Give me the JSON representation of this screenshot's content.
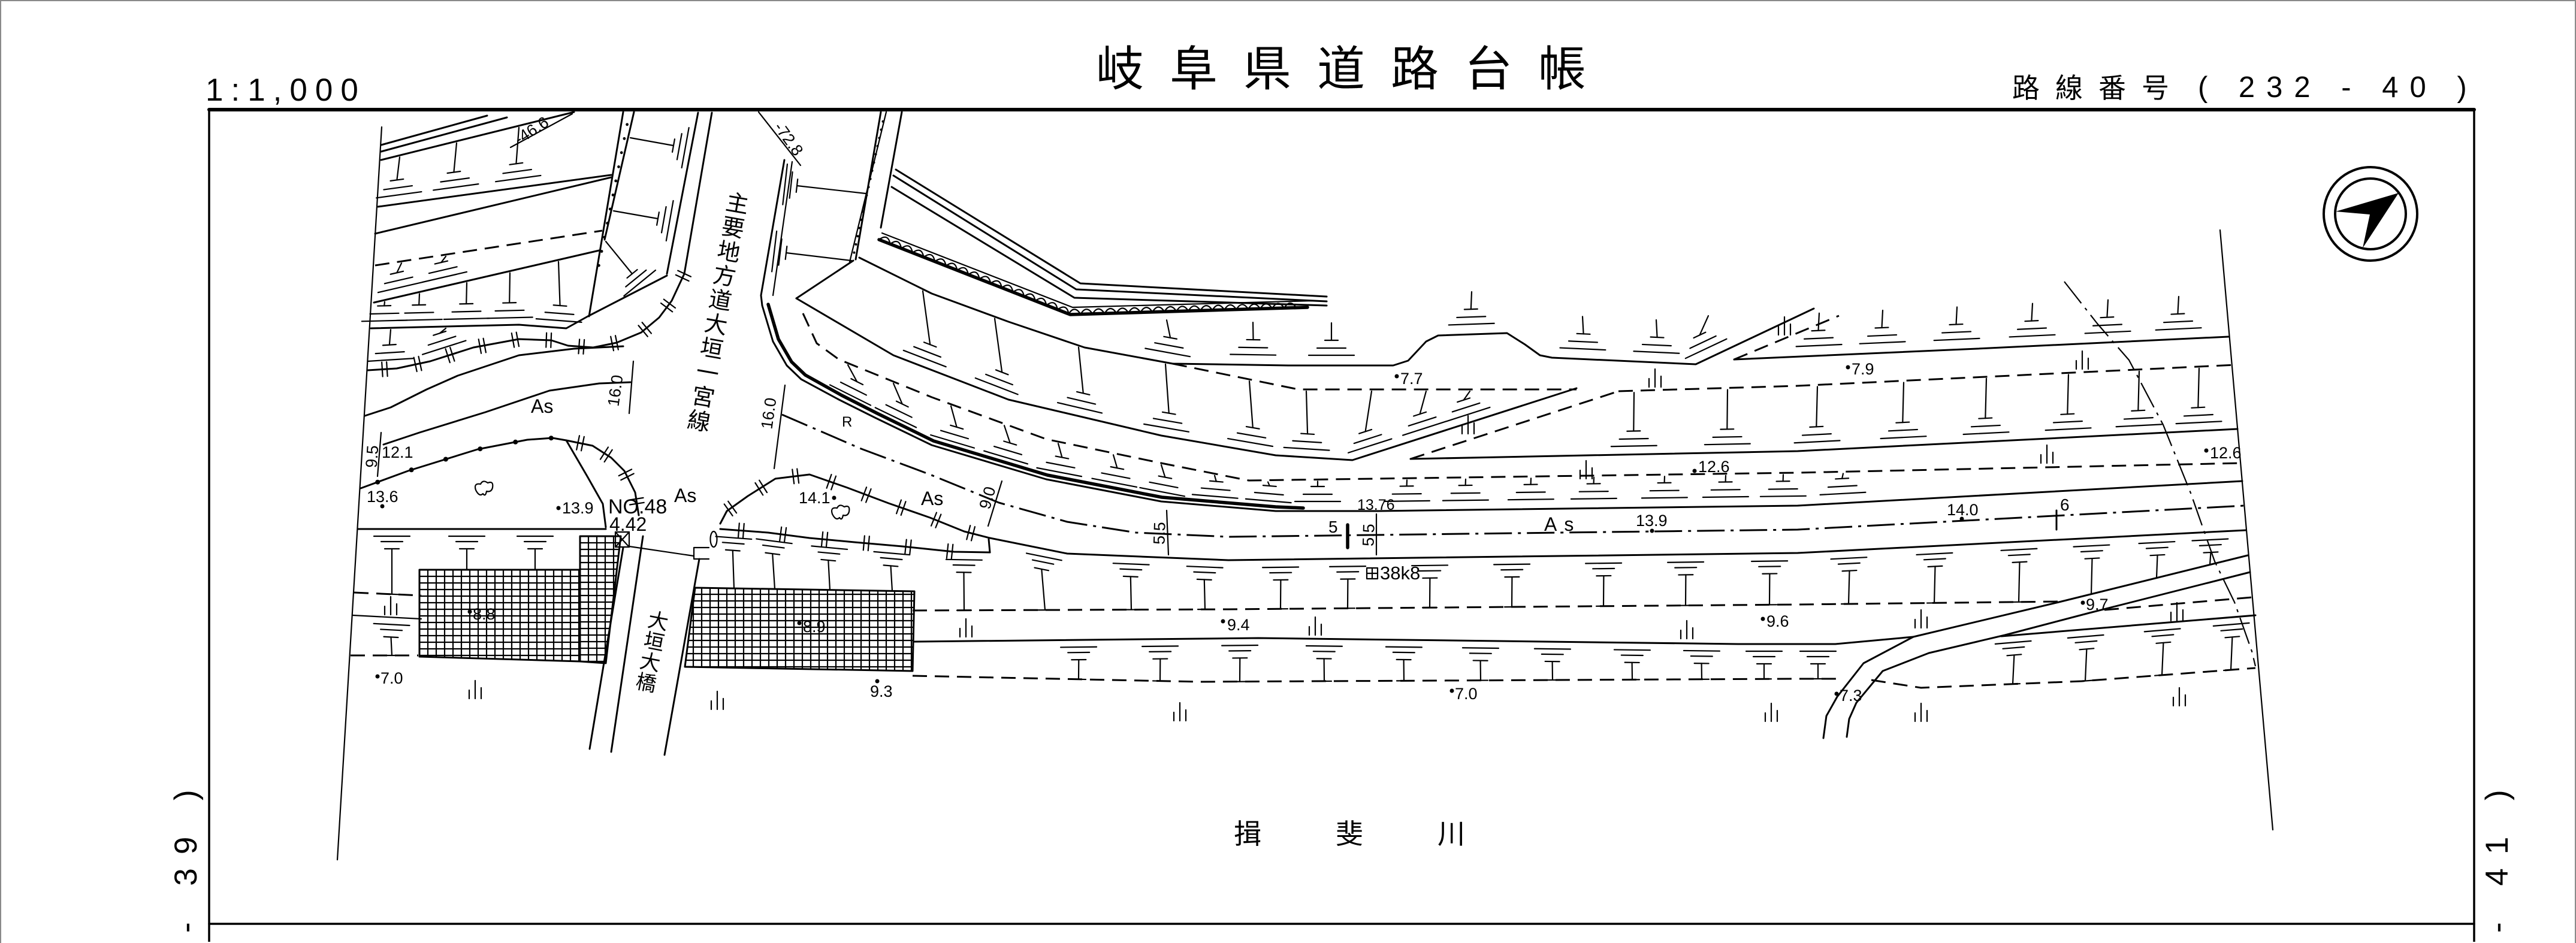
{
  "sheet": {
    "scale": "1:1,000",
    "title": "岐阜県道路台帳",
    "route_number_label": "路線番号",
    "route_number_value": "( 232 - 40 )",
    "adjacent_sheet_left": "- 39 )",
    "adjacent_sheet_right": "- 41 )"
  },
  "map": {
    "names": {
      "prefectural_road": "主要地方道大垣一宮線",
      "bridge": "大垣大橋",
      "river": "揖斐川"
    },
    "station_point": {
      "number": "NO.48",
      "chainage": "4.42"
    },
    "kilometer_post": "38k8",
    "station_ticks": [
      "5",
      "6"
    ],
    "curve_label": "R",
    "pavement_labels": [
      "As",
      "As",
      "As",
      "As"
    ],
    "width_dimensions": [
      "9.5",
      "16.0",
      "16.0",
      "9.0",
      "5.5",
      "5.5"
    ],
    "offset_labels": [
      "-46.6",
      "-72.8"
    ],
    "elevations": [
      "13.6",
      "13.9",
      "12.1",
      "8.8",
      "7.0",
      "8.9",
      "9.3",
      "14.1",
      "7.7",
      "13.76",
      "13.9",
      "12.6",
      "12.6",
      "7.9",
      "14.0",
      "9.4",
      "7.0",
      "9.6",
      "9.7",
      "7.3"
    ]
  },
  "icons": {
    "north_arrow": "north-arrow-icon",
    "kilometer_post": "kilometer-post-icon",
    "station_point": "station-point-marker-icon",
    "elevation_point": "elevation-point-icon",
    "grass": "grass-icon",
    "tree": "broadleaf-tree-icon",
    "slope": "slope-symbol-icon",
    "fence": "fence-icon"
  },
  "colors": {
    "ink": "#000000",
    "paper": "#ffffff",
    "page_border": "#8a8a8a"
  }
}
